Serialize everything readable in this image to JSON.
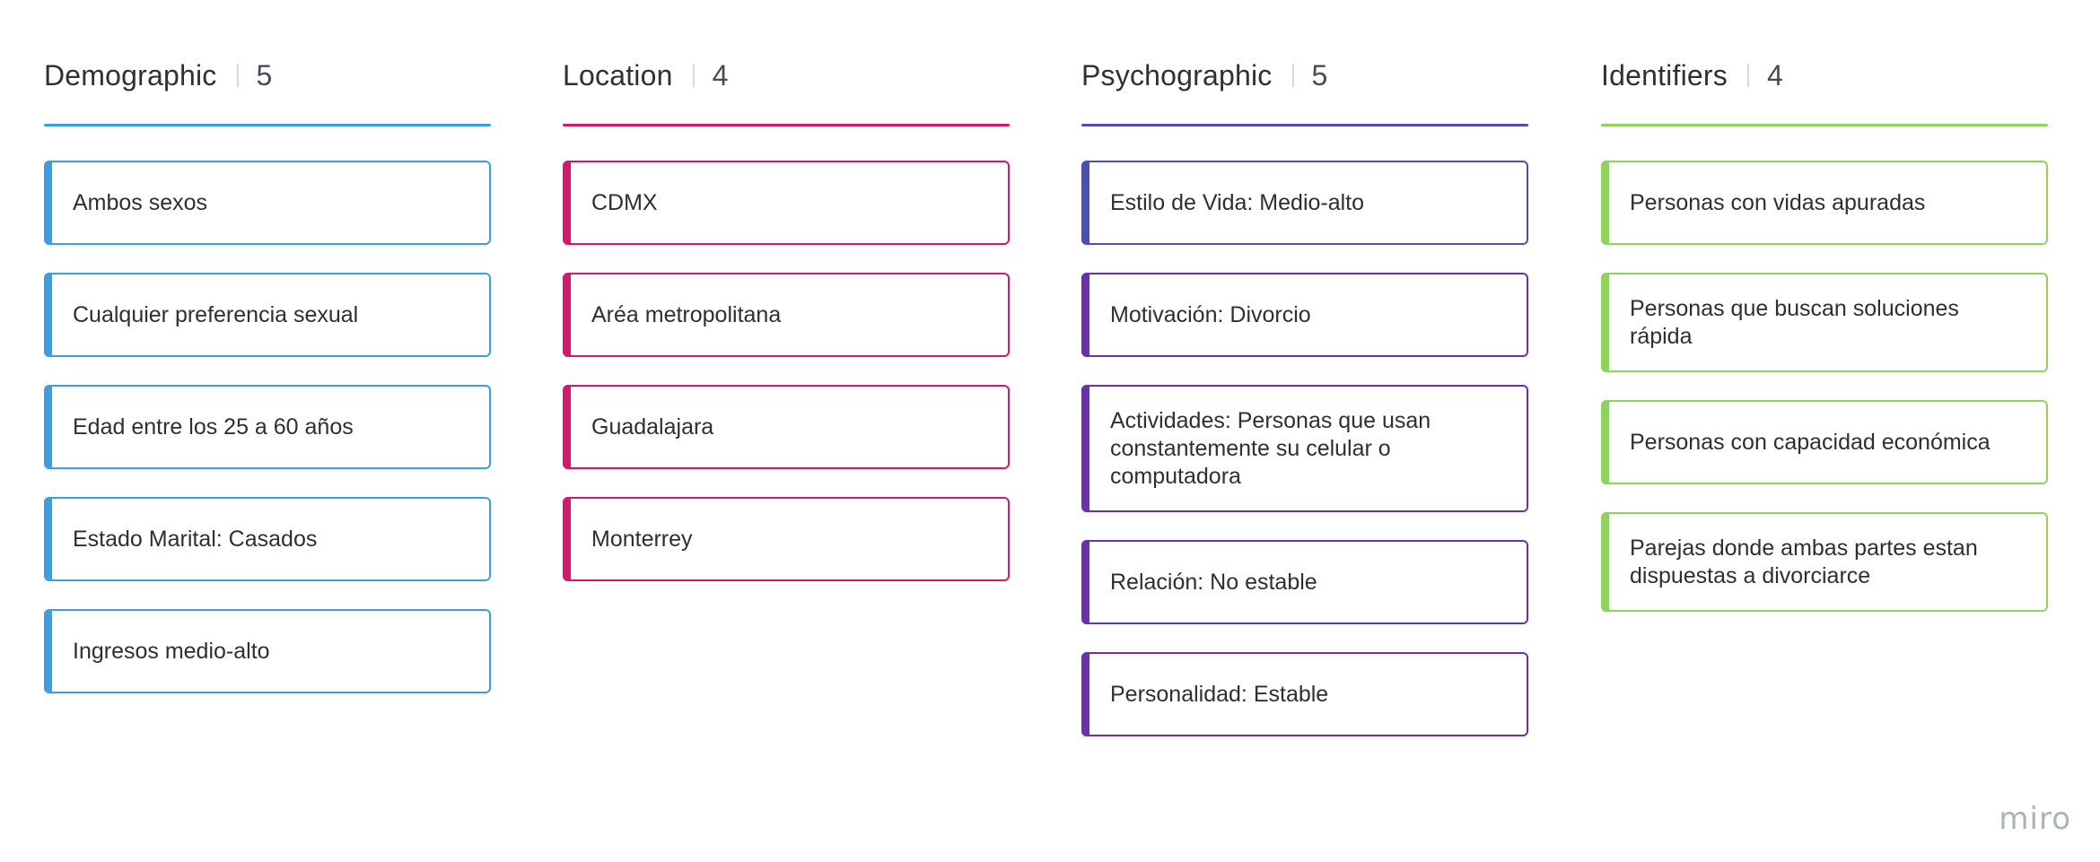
{
  "columns": [
    {
      "title": "Demographic",
      "count": "5",
      "color": "#3a9fe3",
      "stripe_colors": [
        "#3a9fe3",
        "#3a9fe3",
        "#3a9fe3",
        "#3a9fe3",
        "#3a9fe3"
      ],
      "cards": [
        "Ambos sexos",
        "Cualquier preferencia sexual",
        "Edad entre los 25 a 60 años",
        "Estado Marital: Casados",
        "Ingresos medio-alto"
      ]
    },
    {
      "title": "Location",
      "count": "4",
      "color": "#d6186a",
      "stripe_colors": [
        "#d6186a",
        "#d6186a",
        "#d6186a",
        "#d6186a"
      ],
      "cards": [
        "CDMX",
        "Aréa metropolitana",
        "Guadalajara",
        "Monterrey"
      ]
    },
    {
      "title": "Psychographic",
      "count": "5",
      "color": "#4a4fb0",
      "stripe_colors": [
        "#4a4fb0",
        "#6a30b0",
        "#6a30b0",
        "#6a30b0",
        "#6a30b0"
      ],
      "cards": [
        "Estilo de Vida: Medio-alto",
        "Motivación: Divorcio",
        "Actividades: Personas que usan constantemente su celular o computadora",
        "Relación: No estable",
        "Personalidad: Estable"
      ]
    },
    {
      "title": "Identifiers",
      "count": "4",
      "color": "#8fd35c",
      "stripe_colors": [
        "#8fd35c",
        "#8fd35c",
        "#8fd35c",
        "#8fd35c"
      ],
      "cards": [
        "Personas con vidas apuradas",
        "Personas que buscan soluciones rápida",
        "Personas con capacidad económica",
        "Parejas donde ambas partes estan dispuestas a divorciarce"
      ]
    }
  ],
  "watermark": "miro"
}
